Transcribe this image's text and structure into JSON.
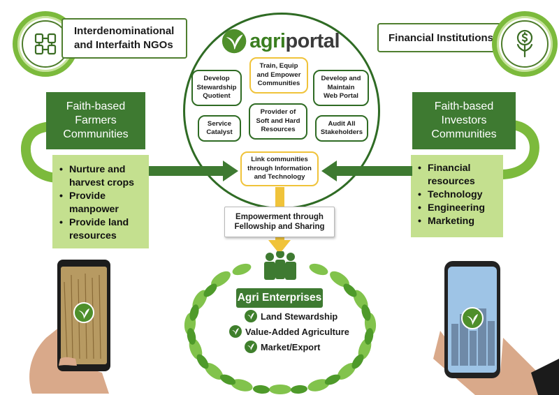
{
  "top_left_label": [
    "Interdenominational",
    "and Interfaith NGOs"
  ],
  "top_right_label": "Financial Institutions",
  "logo": {
    "part1": "agri",
    "part2": "portal"
  },
  "center_cells": {
    "stewardship": [
      "Develop",
      "Stewardship",
      "Quotient"
    ],
    "train": [
      "Train, Equip",
      "and Empower",
      "Communities"
    ],
    "web": [
      "Develop and",
      "Maintain",
      "Web Portal"
    ],
    "catalyst": [
      "Service",
      "Catalyst"
    ],
    "provider": [
      "Provider of",
      "Soft and Hard",
      "Resources"
    ],
    "audit": [
      "Audit All",
      "Stakeholders"
    ],
    "link": [
      "Link communities",
      "through Information",
      "and Technology"
    ]
  },
  "empowerment": [
    "Empowerment through",
    "Fellowship and Sharing"
  ],
  "left_header": [
    "Faith-based",
    "Farmers",
    "Communities"
  ],
  "left_items": [
    "Nurture and",
    "harvest crops",
    "Provide",
    "manpower",
    "Provide land",
    "resources"
  ],
  "right_header": [
    "Faith-based",
    "Investors",
    "Communities"
  ],
  "right_items": [
    "Financial",
    "resources",
    "Technology",
    "Engineering",
    "Marketing"
  ],
  "enterprise": {
    "title": "Agri Enterprises",
    "items": [
      "Land Stewardship",
      "Value-Added Agriculture",
      "Market/Export"
    ]
  },
  "colors": {
    "dark_green": "#3e7a31",
    "light_green": "#c4e08f",
    "ring_green": "#7cba3c",
    "yellow": "#f0c33a"
  },
  "icons": [
    "hands-icon",
    "money-plant-icon",
    "agriportal-logo-icon",
    "leaf-icon",
    "phone-icon"
  ]
}
